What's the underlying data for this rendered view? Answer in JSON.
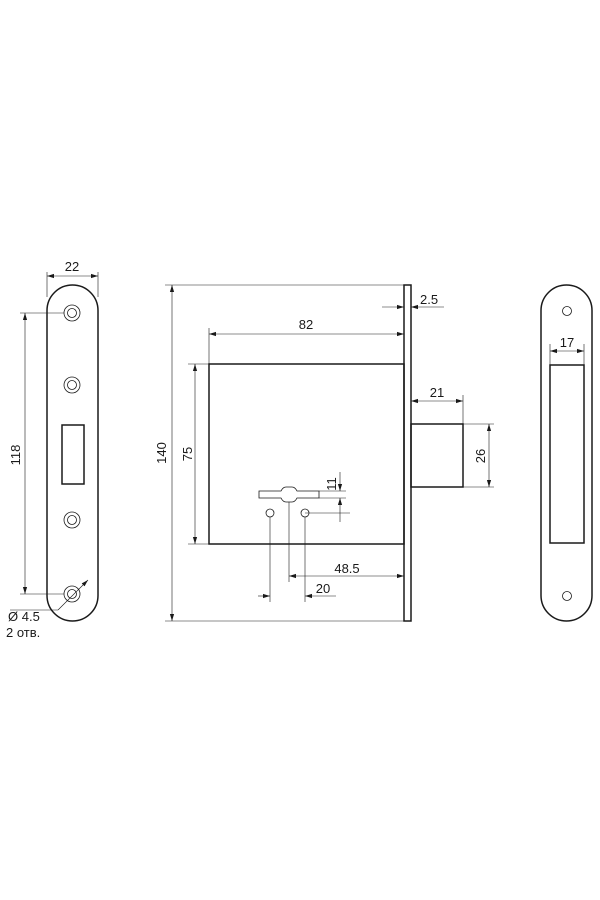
{
  "dimensions": {
    "faceplate_width": "22",
    "faceplate_hole_spacing": "118",
    "hole_diameter": "Ø 4.5",
    "hole_count": "2 отв.",
    "overall_height": "140",
    "plate_thickness": "2.5",
    "backset": "82",
    "case_height": "75",
    "bolt_throw": "21",
    "bolt_height": "26",
    "key_slot_height": "11",
    "key_to_edge": "48.5",
    "key_hole_spacing": "20",
    "strike_slot_width": "17"
  },
  "colors": {
    "line": "#1a1a1a",
    "background": "#ffffff"
  }
}
